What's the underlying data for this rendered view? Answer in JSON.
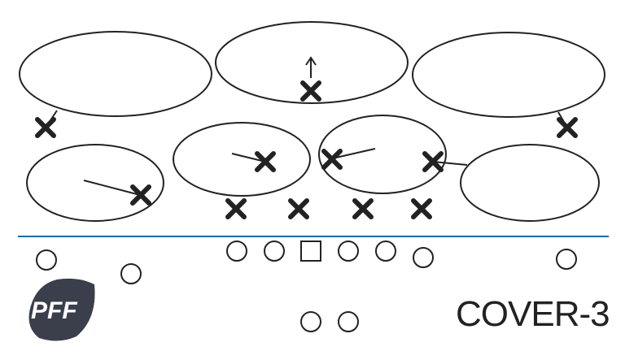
{
  "diagram": {
    "title": "COVER-3",
    "logo_text": "PFF",
    "colors": {
      "stroke": "#222222",
      "line_of_scrimmage": "#1f6aa8",
      "logo_fill": "#3a3f4b",
      "logo_text": "#ffffff"
    },
    "zones": [
      {
        "name": "deep-third-left"
      },
      {
        "name": "deep-middle"
      },
      {
        "name": "deep-third-right"
      },
      {
        "name": "flat-left"
      },
      {
        "name": "hook-curl-left"
      },
      {
        "name": "hook-curl-right"
      },
      {
        "name": "flat-right"
      }
    ],
    "defenders": [
      {
        "name": "free-safety"
      },
      {
        "name": "cornerback-left"
      },
      {
        "name": "cornerback-right"
      },
      {
        "name": "outside-linebacker-left"
      },
      {
        "name": "inside-linebacker-left"
      },
      {
        "name": "inside-linebacker-right"
      },
      {
        "name": "outside-linebacker-right"
      },
      {
        "name": "defensive-lineman-1"
      },
      {
        "name": "defensive-lineman-2"
      },
      {
        "name": "defensive-lineman-3"
      },
      {
        "name": "defensive-lineman-4"
      }
    ],
    "offense": [
      {
        "name": "receiver-left"
      },
      {
        "name": "slot-left"
      },
      {
        "name": "left-tackle"
      },
      {
        "name": "left-guard"
      },
      {
        "name": "center"
      },
      {
        "name": "right-guard"
      },
      {
        "name": "right-tackle"
      },
      {
        "name": "tight-end"
      },
      {
        "name": "receiver-right"
      },
      {
        "name": "quarterback"
      },
      {
        "name": "running-back"
      }
    ]
  }
}
